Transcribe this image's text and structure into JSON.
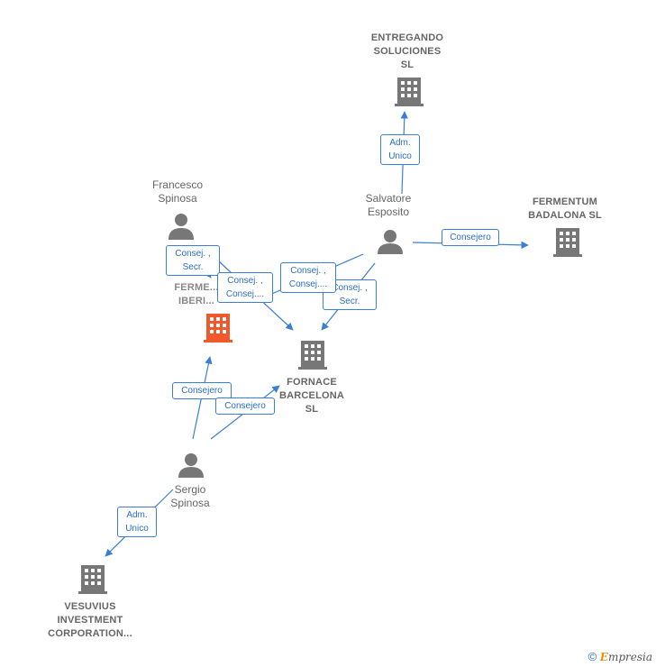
{
  "nodes": {
    "entregando": {
      "label": "ENTREGANDO\nSOLUCIONES\nSL",
      "kind": "company",
      "icon": "building-icon"
    },
    "fermentum": {
      "label": "FERMENTUM\nBADALONA  SL",
      "kind": "company",
      "icon": "building-icon"
    },
    "fermentum_iberica": {
      "label": "FERME...\nIBERI...",
      "kind": "company-focus",
      "icon": "building-icon"
    },
    "fornace": {
      "label": "FORNACE\nBARCELONA\nSL",
      "kind": "company",
      "icon": "building-icon"
    },
    "vesuvius": {
      "label": "VESUVIUS\nINVESTMENT\nCORPORATION...",
      "kind": "company",
      "icon": "building-icon"
    },
    "francesco": {
      "label": "Francesco\nSpinosa",
      "kind": "person",
      "icon": "person-icon"
    },
    "salvatore": {
      "label": "Salvatore\nEsposito",
      "kind": "person",
      "icon": "person-icon"
    },
    "sergio": {
      "label": "Sergio\nSpinosa",
      "kind": "person",
      "icon": "person-icon"
    }
  },
  "edges": [
    {
      "id": "salv-entregando",
      "label": "Adm.\nUnico"
    },
    {
      "id": "salv-fermentum",
      "label": "Consejero"
    },
    {
      "id": "fran-fermiberica",
      "label": "Consej. ,\nSecr."
    },
    {
      "id": "fran-fornace",
      "label": "Consej. ,\nConsej...."
    },
    {
      "id": "salv-fermiberica",
      "label": "Consej. ,\nConsej...."
    },
    {
      "id": "salv-fornace",
      "label": "Consej. ,\nSecr."
    },
    {
      "id": "sergio-fermiberica",
      "label": "Consejero"
    },
    {
      "id": "sergio-fornace",
      "label": "Consejero"
    },
    {
      "id": "sergio-vesuvius",
      "label": "Adm.\nUnico"
    }
  ],
  "colors": {
    "node_gray": "#777777",
    "focus_orange": "#f0592b",
    "edge_blue": "#3b7fd4"
  },
  "footer": {
    "copyright": "©",
    "brand_initial": "E",
    "brand_rest": "mpresia"
  }
}
